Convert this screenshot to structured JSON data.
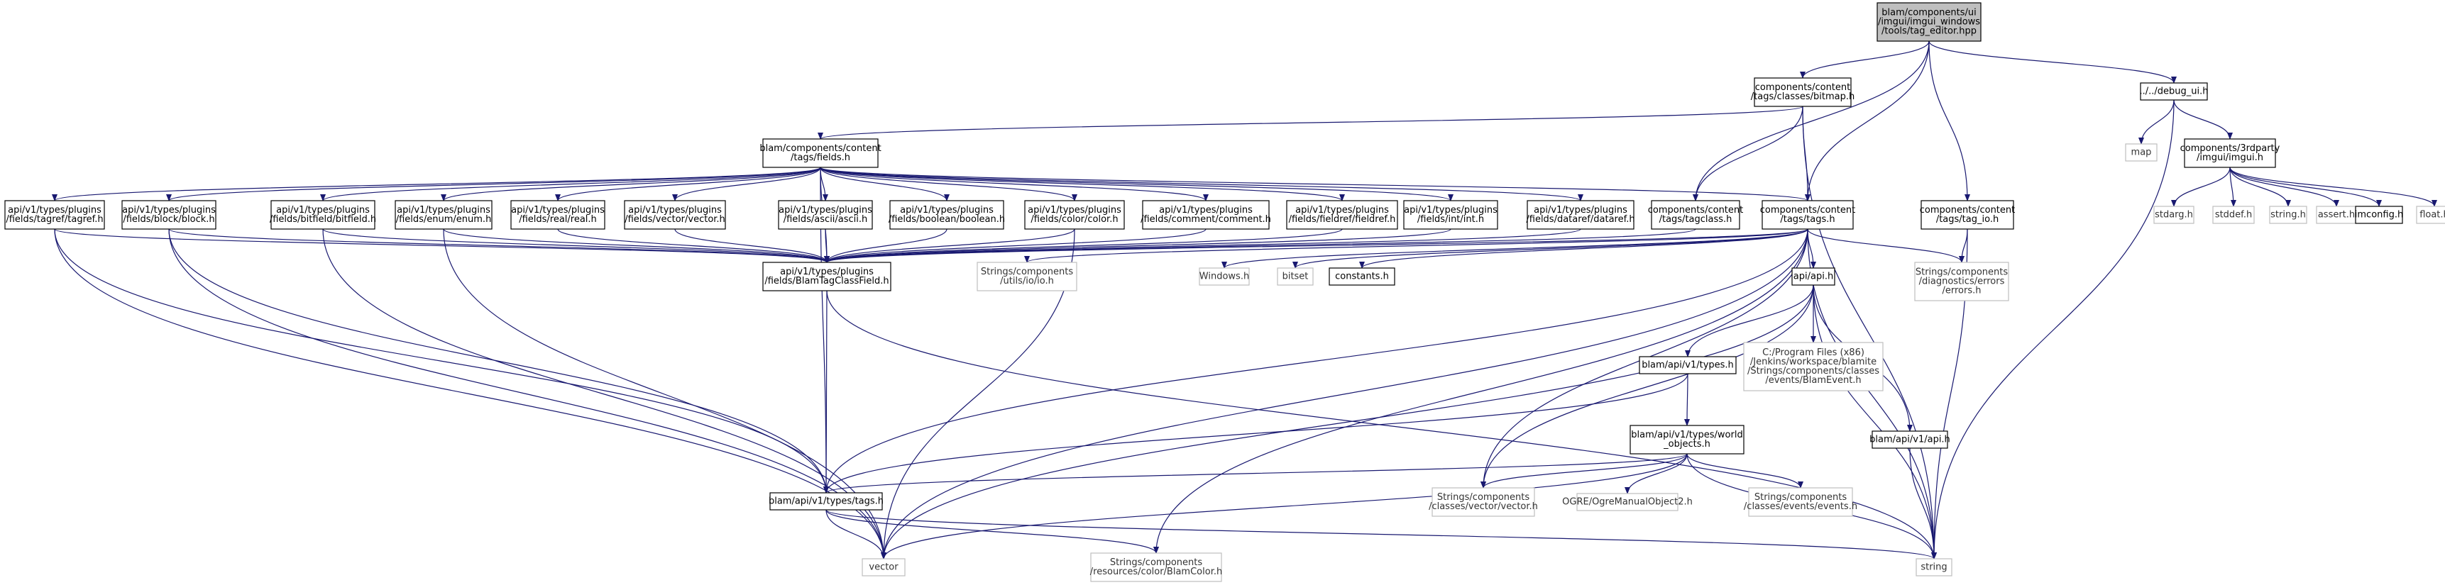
{
  "colors": {
    "root_fill": "#bfbfbf",
    "node_fill": "#ffffff",
    "border_dark": "#000000",
    "border_light": "#bfbfbf",
    "edge": "#191970"
  },
  "nodes": [
    {
      "id": "tag_editor",
      "lines": [
        "blam/components/ui",
        "/imgui/imgui_windows",
        "/tools/tag_editor.hpp"
      ],
      "style": "root"
    },
    {
      "id": "bitmap_h",
      "lines": [
        "components/content",
        "/tags/classes/bitmap.h"
      ],
      "style": "dark"
    },
    {
      "id": "debug_ui_h",
      "lines": [
        "../../debug_ui.h"
      ],
      "style": "dark"
    },
    {
      "id": "fields_h",
      "lines": [
        "blam/components/content",
        "/tags/fields.h"
      ],
      "style": "dark"
    },
    {
      "id": "map",
      "lines": [
        "map"
      ],
      "style": "light"
    },
    {
      "id": "imgui_h",
      "lines": [
        "components/3rdparty",
        "/imgui/imgui.h"
      ],
      "style": "dark"
    },
    {
      "id": "tagref_h",
      "lines": [
        "api/v1/types/plugins",
        "/fields/tagref/tagref.h"
      ],
      "style": "dark"
    },
    {
      "id": "block_h",
      "lines": [
        "api/v1/types/plugins",
        "/fields/block/block.h"
      ],
      "style": "dark"
    },
    {
      "id": "bitfield_h",
      "lines": [
        "api/v1/types/plugins",
        "/fields/bitfield/bitfield.h"
      ],
      "style": "dark"
    },
    {
      "id": "enum_h",
      "lines": [
        "api/v1/types/plugins",
        "/fields/enum/enum.h"
      ],
      "style": "dark"
    },
    {
      "id": "real_h",
      "lines": [
        "api/v1/types/plugins",
        "/fields/real/real.h"
      ],
      "style": "dark"
    },
    {
      "id": "vector_h",
      "lines": [
        "api/v1/types/plugins",
        "/fields/vector/vector.h"
      ],
      "style": "dark"
    },
    {
      "id": "ascii_h",
      "lines": [
        "api/v1/types/plugins",
        "/fields/ascii/ascii.h"
      ],
      "style": "dark"
    },
    {
      "id": "boolean_h",
      "lines": [
        "api/v1/types/plugins",
        "/fields/boolean/boolean.h"
      ],
      "style": "dark"
    },
    {
      "id": "color_h",
      "lines": [
        "api/v1/types/plugins",
        "/fields/color/color.h"
      ],
      "style": "dark"
    },
    {
      "id": "comment_h",
      "lines": [
        "api/v1/types/plugins",
        "/fields/comment/comment.h"
      ],
      "style": "dark"
    },
    {
      "id": "fieldref_h",
      "lines": [
        "api/v1/types/plugins",
        "/fields/fieldref/fieldref.h"
      ],
      "style": "dark"
    },
    {
      "id": "int_h",
      "lines": [
        "api/v1/types/plugins",
        "/fields/int/int.h"
      ],
      "style": "dark"
    },
    {
      "id": "dataref_h",
      "lines": [
        "api/v1/types/plugins",
        "/fields/dataref/dataref.h"
      ],
      "style": "dark"
    },
    {
      "id": "tagclass_h",
      "lines": [
        "components/content",
        "/tags/tagclass.h"
      ],
      "style": "dark"
    },
    {
      "id": "tags_h",
      "lines": [
        "components/content",
        "/tags/tags.h"
      ],
      "style": "dark"
    },
    {
      "id": "tag_io_h",
      "lines": [
        "components/content",
        "/tags/tag_io.h"
      ],
      "style": "dark"
    },
    {
      "id": "stdarg",
      "lines": [
        "stdarg.h"
      ],
      "style": "light"
    },
    {
      "id": "stddef",
      "lines": [
        "stddef.h"
      ],
      "style": "light"
    },
    {
      "id": "string_h",
      "lines": [
        "string.h"
      ],
      "style": "light"
    },
    {
      "id": "assert_h",
      "lines": [
        "assert.h"
      ],
      "style": "light"
    },
    {
      "id": "imconfig",
      "lines": [
        "imconfig.h"
      ],
      "style": "dark"
    },
    {
      "id": "float_h",
      "lines": [
        "float.h"
      ],
      "style": "light"
    },
    {
      "id": "classfield_h",
      "lines": [
        "api/v1/types/plugins",
        "/fields/BlamTagClassField.h"
      ],
      "style": "dark"
    },
    {
      "id": "io_h",
      "lines": [
        "Strings/components",
        "/utils/io/io.h"
      ],
      "style": "light"
    },
    {
      "id": "windows_h",
      "lines": [
        "Windows.h"
      ],
      "style": "light"
    },
    {
      "id": "bitset",
      "lines": [
        "bitset"
      ],
      "style": "light"
    },
    {
      "id": "constants_h",
      "lines": [
        "constants.h"
      ],
      "style": "dark"
    },
    {
      "id": "errors_h",
      "lines": [
        "Strings/components",
        "/diagnostics/errors",
        "/errors.h"
      ],
      "style": "light"
    },
    {
      "id": "api_h",
      "lines": [
        "api/api.h"
      ],
      "style": "dark"
    },
    {
      "id": "blamevent_h",
      "lines": [
        "C:/Program Files (x86)",
        "/Jenkins/workspace/blamite",
        "/Strings/components/classes",
        "/events/BlamEvent.h"
      ],
      "style": "light"
    },
    {
      "id": "apiv1types_h",
      "lines": [
        "blam/api/v1/types.h"
      ],
      "style": "dark"
    },
    {
      "id": "world_objects_h",
      "lines": [
        "blam/api/v1/types/world",
        "_objects.h"
      ],
      "style": "dark"
    },
    {
      "id": "apiv1_api_h",
      "lines": [
        "blam/api/v1/api.h"
      ],
      "style": "dark"
    },
    {
      "id": "apitags_h",
      "lines": [
        "blam/api/v1/types/tags.h"
      ],
      "style": "dark"
    },
    {
      "id": "vectorclass_h",
      "lines": [
        "Strings/components",
        "/classes/vector/vector.h"
      ],
      "style": "light"
    },
    {
      "id": "ogre_h",
      "lines": [
        "OGRE/OgreManualObject2.h"
      ],
      "style": "light"
    },
    {
      "id": "events_h",
      "lines": [
        "Strings/components",
        "/classes/events/events.h"
      ],
      "style": "light"
    },
    {
      "id": "vector",
      "lines": [
        "vector"
      ],
      "style": "light"
    },
    {
      "id": "blamcolor_h",
      "lines": [
        "Strings/components",
        "/resources/color/BlamColor.h"
      ],
      "style": "light"
    },
    {
      "id": "string",
      "lines": [
        "string"
      ],
      "style": "light"
    }
  ]
}
